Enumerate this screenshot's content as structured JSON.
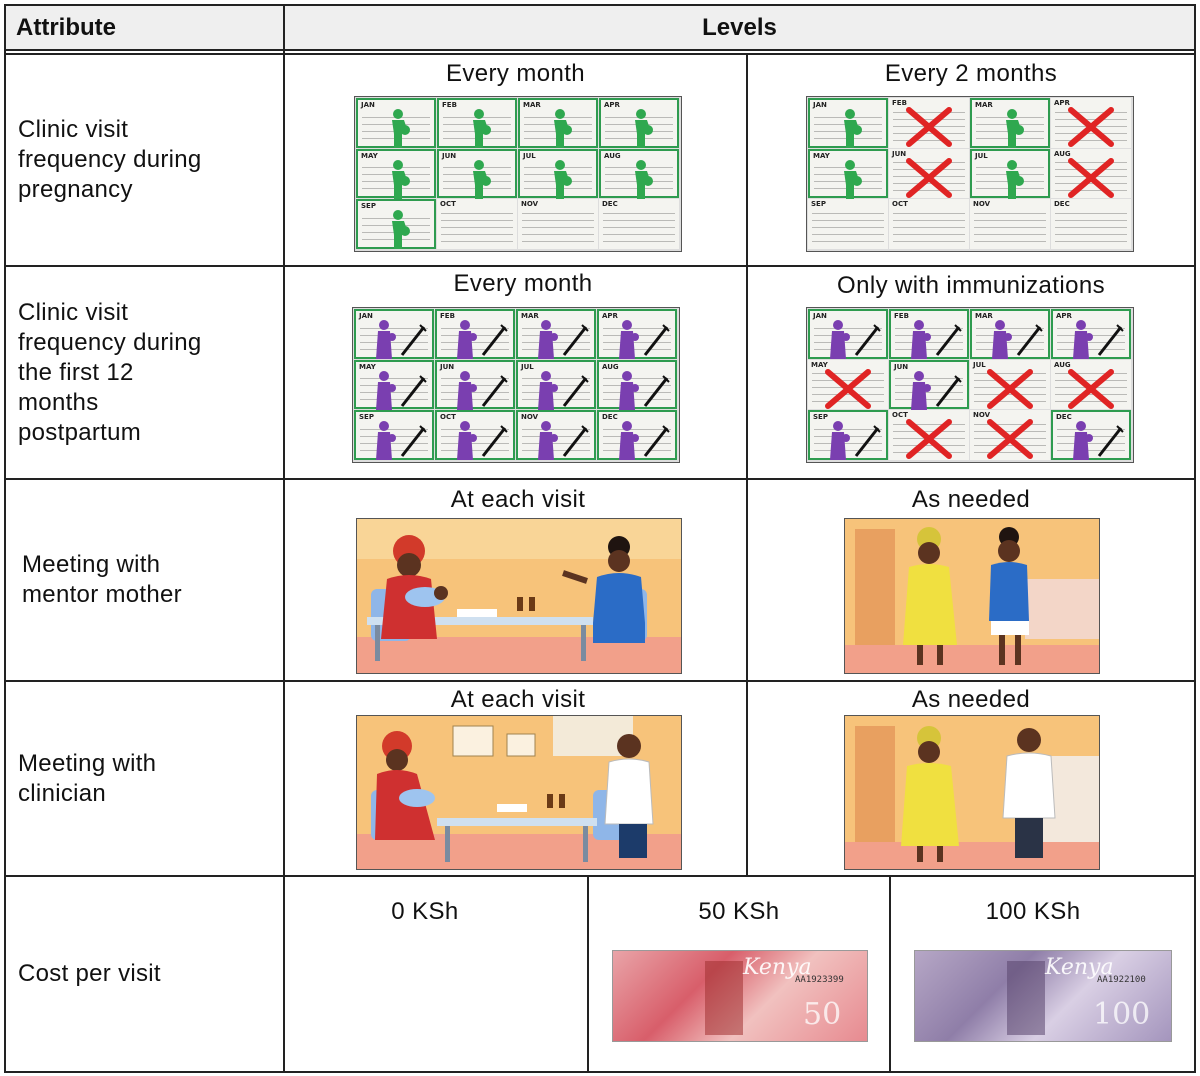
{
  "header": {
    "attribute": "Attribute",
    "levels": "Levels"
  },
  "rows": [
    {
      "attribute": "Clinic visit\nfrequency during\npregnancy",
      "levels": [
        "Every month",
        "Every 2 months"
      ]
    },
    {
      "attribute": "Clinic visit\nfrequency during\nthe first 12\nmonths\npostpartum",
      "levels": [
        "Every month",
        "Only with immunizations"
      ]
    },
    {
      "attribute": "Meeting with\nmentor mother",
      "levels": [
        "At each visit",
        "As needed"
      ]
    },
    {
      "attribute": "Meeting with\nclinician",
      "levels": [
        "At each visit",
        "As needed"
      ]
    },
    {
      "attribute": "Cost per visit",
      "levels": [
        "0 KSh",
        "50 KSh",
        "100 KSh"
      ]
    }
  ],
  "months": [
    "JAN",
    "FEB",
    "MAR",
    "APR",
    "MAY",
    "JUN",
    "JUL",
    "AUG",
    "SEP",
    "OCT",
    "NOV",
    "DEC"
  ],
  "banknotes": [
    {
      "country": "Kenya",
      "serial": "AA1923399",
      "denomination": "50"
    },
    {
      "country": "Kenya",
      "serial": "AA1922100",
      "denomination": "100"
    }
  ],
  "colors": {
    "border": "#222222",
    "header_bg": "#efefef",
    "calendar_active": "#2e9b4f",
    "pregnant_icon": "#2fa84f",
    "postpartum_icon": "#7a3fb0",
    "cross": "#e02424",
    "scene_bg": "#f6c876",
    "floor": "#f2a38c"
  },
  "icons": [
    "pregnant-woman-icon",
    "mother-baby-icon",
    "syringe-icon",
    "red-cross-icon"
  ]
}
